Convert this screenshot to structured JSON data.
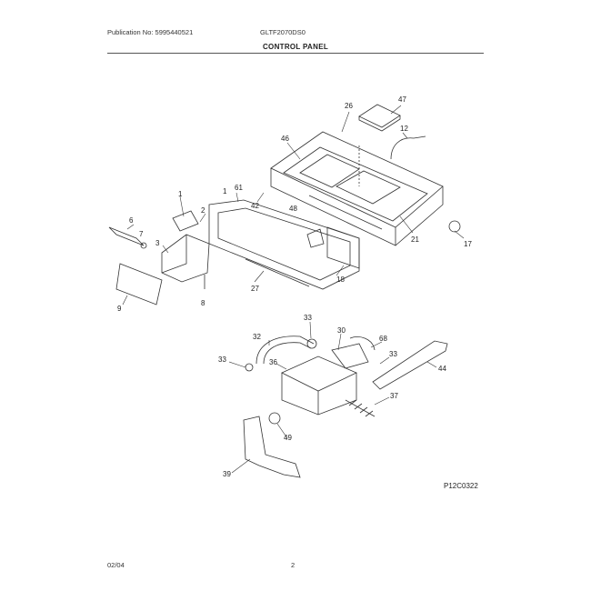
{
  "header": {
    "publication": "Publication No: 5995440521",
    "model": "GLTF2070DS0",
    "title": "CONTROL PANEL"
  },
  "diagram_code": "P12C0322",
  "footer": {
    "date": "02/04",
    "page": "2"
  },
  "callouts": [
    "26",
    "47",
    "46",
    "12",
    "1",
    "61",
    "42",
    "48",
    "21",
    "17",
    "6",
    "7",
    "2",
    "3",
    "27",
    "18",
    "8",
    "9",
    "33",
    "30",
    "32",
    "68",
    "33",
    "36",
    "44",
    "37",
    "49",
    "39"
  ]
}
